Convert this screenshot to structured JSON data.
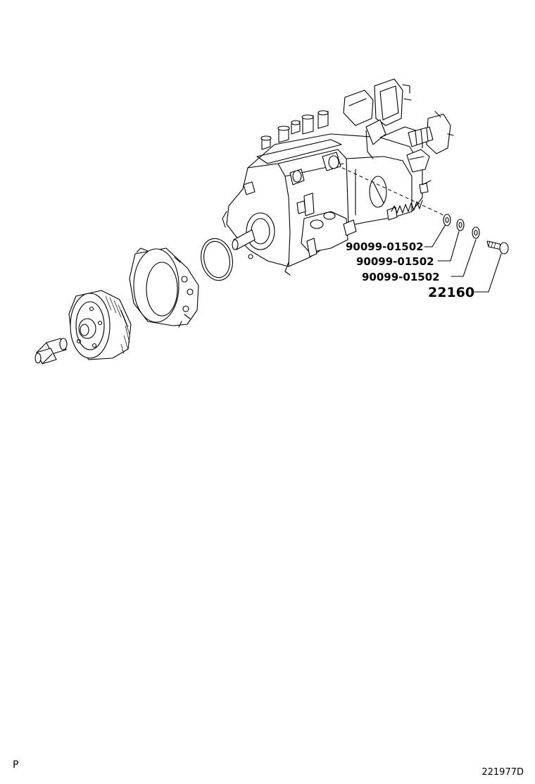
{
  "callouts": [
    {
      "part_number": "90099-01502"
    },
    {
      "part_number": "90099-01502"
    },
    {
      "part_number": "90099-01502"
    },
    {
      "part_number": "22160"
    }
  ],
  "footer": {
    "corner_mark": "P",
    "illustration_code": "221977D"
  }
}
